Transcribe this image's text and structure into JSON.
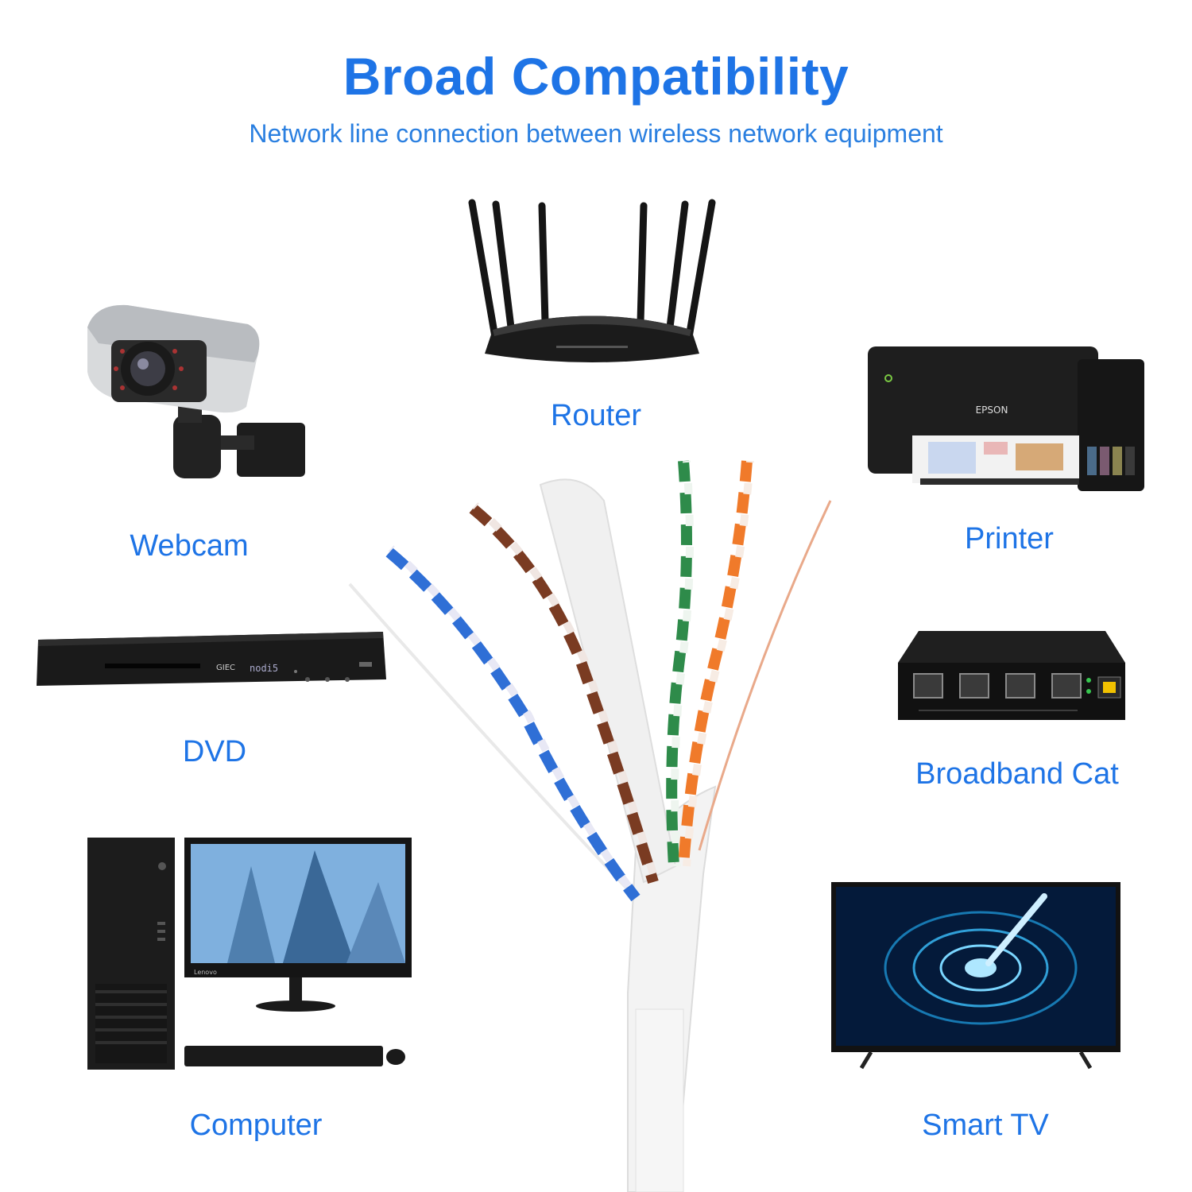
{
  "header": {
    "title": "Broad Compatibility",
    "subtitle": "Network line connection between wireless network equipment"
  },
  "devices": {
    "router": {
      "label": "Router",
      "icon": "router-icon"
    },
    "webcam": {
      "label": "Webcam",
      "icon": "security-camera-icon"
    },
    "printer": {
      "label": "Printer",
      "icon": "printer-icon",
      "brand": "EPSON"
    },
    "dvd": {
      "label": "DVD",
      "icon": "dvd-player-icon",
      "brand": "GIEC",
      "display": "nodi5"
    },
    "broadband": {
      "label": "Broadband Cat",
      "icon": "network-switch-icon"
    },
    "computer": {
      "label": "Computer",
      "icon": "desktop-computer-icon",
      "brand": "Lenovo"
    },
    "smarttv": {
      "label": "Smart TV",
      "icon": "smart-tv-icon"
    }
  },
  "colors": {
    "accent": "#1e74e6",
    "wire_blue": "#2f6fd6",
    "wire_brown": "#7a3b22",
    "wire_green": "#2e8b4a",
    "wire_orange": "#f07a2a"
  }
}
